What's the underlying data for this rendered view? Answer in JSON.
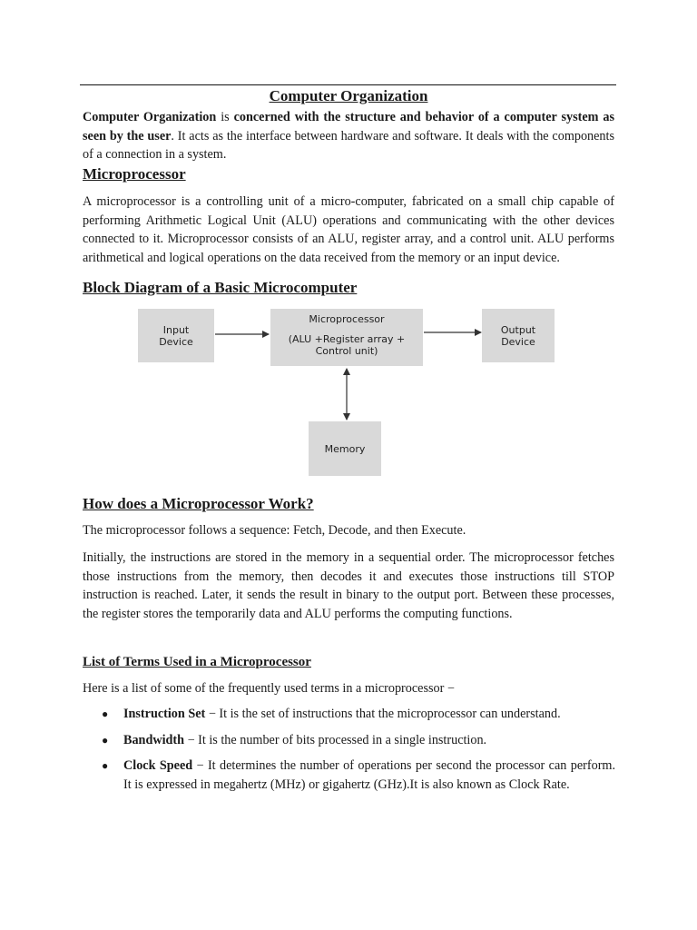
{
  "doc": {
    "title": "Computer Organization",
    "intro": {
      "term": "Computer Organization",
      "is": " is ",
      "bold_def": "concerned with the structure and behavior of a computer system as seen by the user",
      "rest": ". It acts as the interface between hardware and software. It deals with the components of a connection in a system."
    },
    "microprocessor_heading": "Microprocessor",
    "microprocessor_para": "A microprocessor is a controlling unit of a micro-computer, fabricated on a small chip capable of performing Arithmetic Logical Unit (ALU) operations and communicating with the other devices connected to it. Microprocessor consists of an ALU, register array, and a control unit. ALU performs arithmetical and logical operations on the data received from the memory or an input device.",
    "block_heading": "Block Diagram of a Basic Microcomputer",
    "diagram": {
      "input_line1": "Input",
      "input_line2": "Device",
      "micro_line1": "Microprocessor",
      "micro_line2": "(ALU +Register array +",
      "micro_line3": "Control unit)",
      "output_line1": "Output",
      "output_line2": "Device",
      "memory": "Memory",
      "box_color": "#d9d9d9"
    },
    "how_heading": "How does a Microprocessor Work?",
    "how_para1": "The microprocessor follows a sequence: Fetch, Decode, and then Execute.",
    "how_para2": "Initially, the instructions are stored in the memory in a sequential order. The microprocessor fetches those instructions from the memory, then decodes it and executes those instructions till STOP instruction is reached. Later, it sends the result in binary to the output port. Between these processes, the register stores the temporarily data and ALU performs the computing functions.",
    "terms_heading": "List of Terms Used in a Microprocessor",
    "terms_intro": "Here is a list of some of the frequently used terms in a microprocessor −",
    "terms": [
      {
        "term": "Instruction Set",
        "desc": " − It is the set of instructions that the microprocessor can understand."
      },
      {
        "term": "Bandwidth",
        "desc": " − It is the number of bits processed in a single instruction."
      },
      {
        "term": "Clock Speed",
        "desc": " − It determines the number of operations per second the processor can perform. It is expressed in megahertz (MHz) or gigahertz (GHz).It is also known as Clock Rate."
      }
    ]
  }
}
